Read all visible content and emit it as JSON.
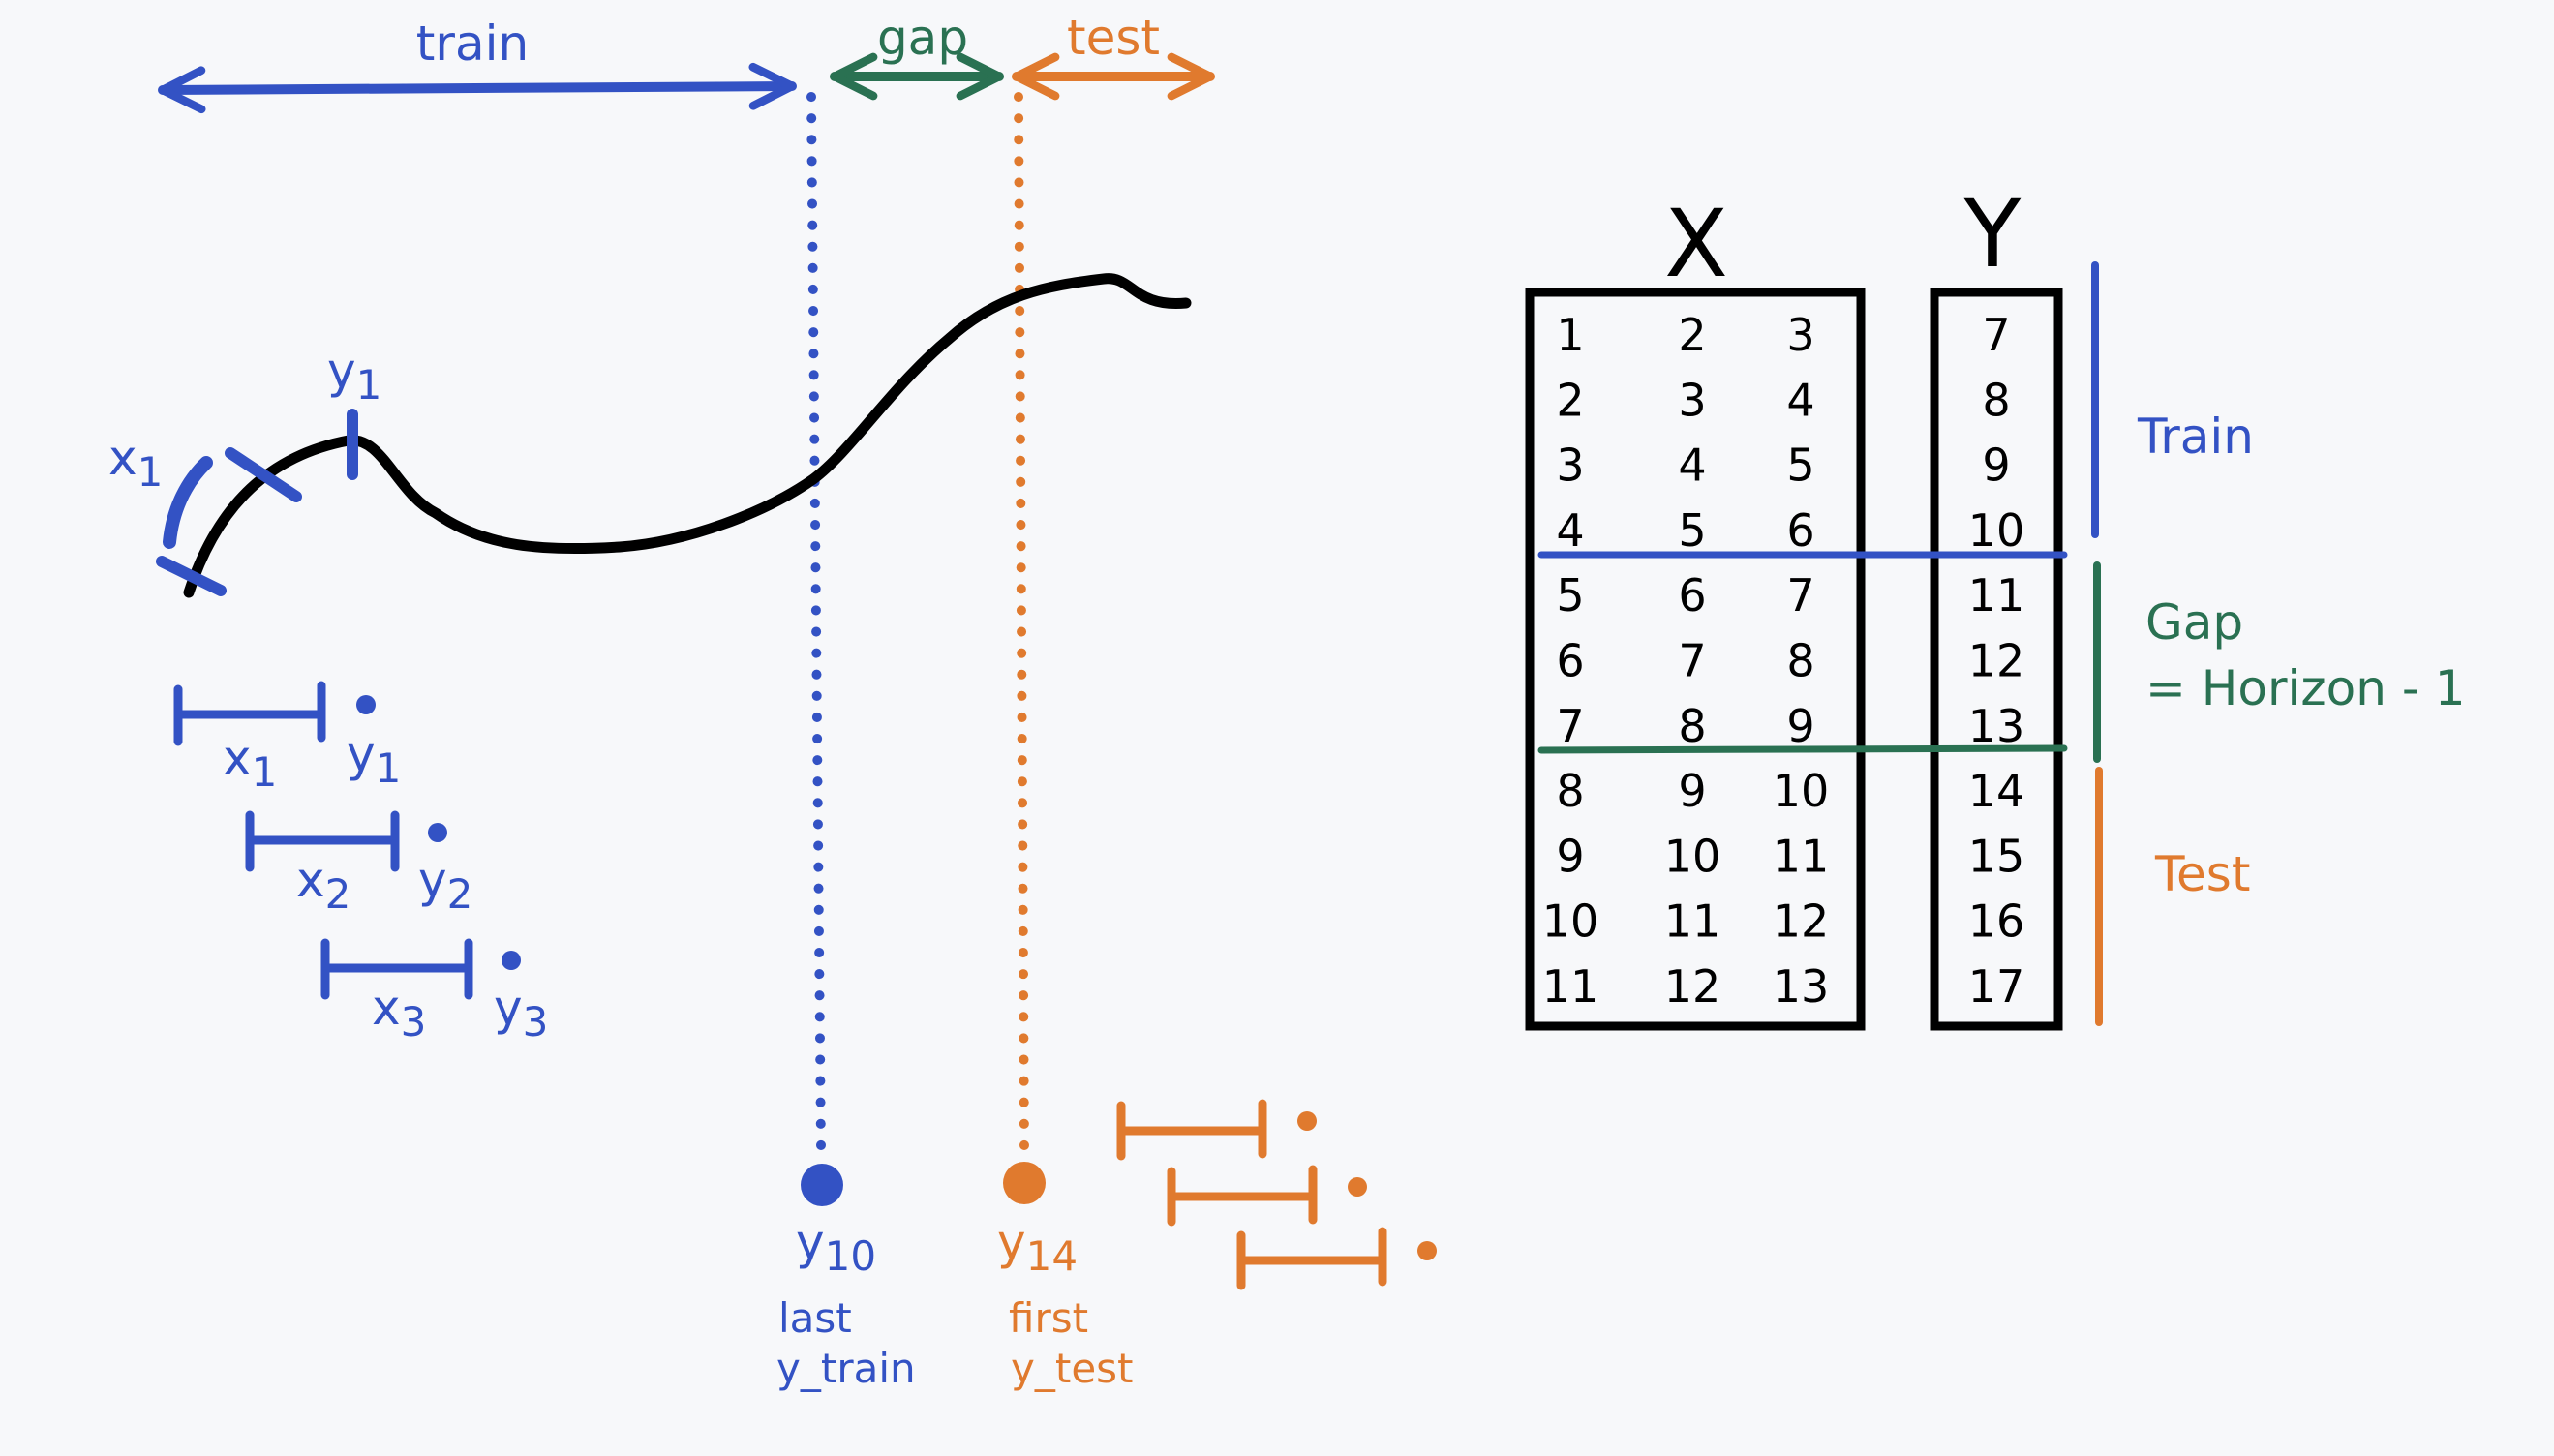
{
  "colors": {
    "train": "#3352c4",
    "gap": "#2a7152",
    "test": "#e07a2e",
    "ink": "#000000",
    "background": "#f7f8fa"
  },
  "timeline": {
    "train_label": "train",
    "gap_label": "gap",
    "test_label": "test"
  },
  "curve_labels": {
    "x1": "x",
    "x1_sub": "1",
    "y1": "y",
    "y1_sub": "1"
  },
  "windows": [
    {
      "x": "x",
      "x_sub": "1",
      "y": "y",
      "y_sub": "1"
    },
    {
      "x": "x",
      "x_sub": "2",
      "y": "y",
      "y_sub": "2"
    },
    {
      "x": "x",
      "x_sub": "3",
      "y": "y",
      "y_sub": "3"
    }
  ],
  "markers": {
    "train_point": {
      "symbol": "y",
      "sub": "10",
      "caption_line1": "last",
      "caption_line2": "y_train"
    },
    "test_point": {
      "symbol": "y",
      "sub": "14",
      "caption_line1": "first",
      "caption_line2": "y_test"
    }
  },
  "table": {
    "x_header": "X",
    "y_header": "Y",
    "rows": [
      {
        "x": [
          "1",
          "2",
          "3"
        ],
        "y": "7"
      },
      {
        "x": [
          "2",
          "3",
          "4"
        ],
        "y": "8"
      },
      {
        "x": [
          "3",
          "4",
          "5"
        ],
        "y": "9"
      },
      {
        "x": [
          "4",
          "5",
          "6"
        ],
        "y": "10"
      },
      {
        "x": [
          "5",
          "6",
          "7"
        ],
        "y": "11"
      },
      {
        "x": [
          "6",
          "7",
          "8"
        ],
        "y": "12"
      },
      {
        "x": [
          "7",
          "8",
          "9"
        ],
        "y": "13"
      },
      {
        "x": [
          "8",
          "9",
          "10"
        ],
        "y": "14"
      },
      {
        "x": [
          "9",
          "10",
          "11"
        ],
        "y": "15"
      },
      {
        "x": [
          "10",
          "11",
          "12"
        ],
        "y": "16"
      },
      {
        "x": [
          "11",
          "12",
          "13"
        ],
        "y": "17"
      }
    ]
  },
  "segments": {
    "train": "Train",
    "gap_line1": "Gap",
    "gap_line2": "= Horizon - 1",
    "test": "Test"
  }
}
